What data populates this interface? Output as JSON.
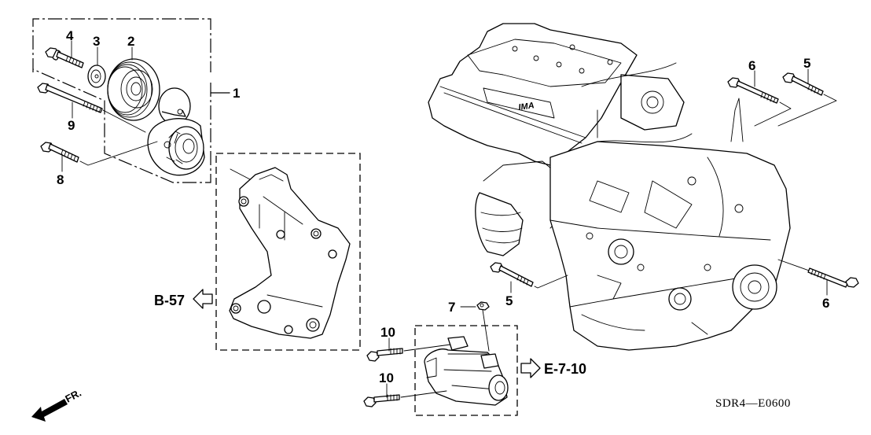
{
  "diagram": {
    "code": "SDR4—E0600",
    "front_indicator": "FR.",
    "references": [
      {
        "id": "ref-b57",
        "label": "B-57",
        "direction": "left"
      },
      {
        "id": "ref-e710",
        "label": "E-7-10",
        "direction": "right"
      }
    ],
    "callouts": [
      {
        "number": "1",
        "part": "auto-tensioner-assembly"
      },
      {
        "number": "2",
        "part": "idler-pulley"
      },
      {
        "number": "3",
        "part": "pulley-cover-washer"
      },
      {
        "number": "4",
        "part": "flange-bolt"
      },
      {
        "number": "5",
        "part": "flange-bolt"
      },
      {
        "number": "5",
        "part": "flange-bolt"
      },
      {
        "number": "6",
        "part": "flange-bolt"
      },
      {
        "number": "6",
        "part": "flange-bolt"
      },
      {
        "number": "7",
        "part": "flange-nut"
      },
      {
        "number": "8",
        "part": "flange-bolt"
      },
      {
        "number": "9",
        "part": "flange-bolt"
      },
      {
        "number": "10",
        "part": "flange-bolt"
      },
      {
        "number": "10",
        "part": "flange-bolt"
      }
    ],
    "engine_badge": "IMA"
  }
}
